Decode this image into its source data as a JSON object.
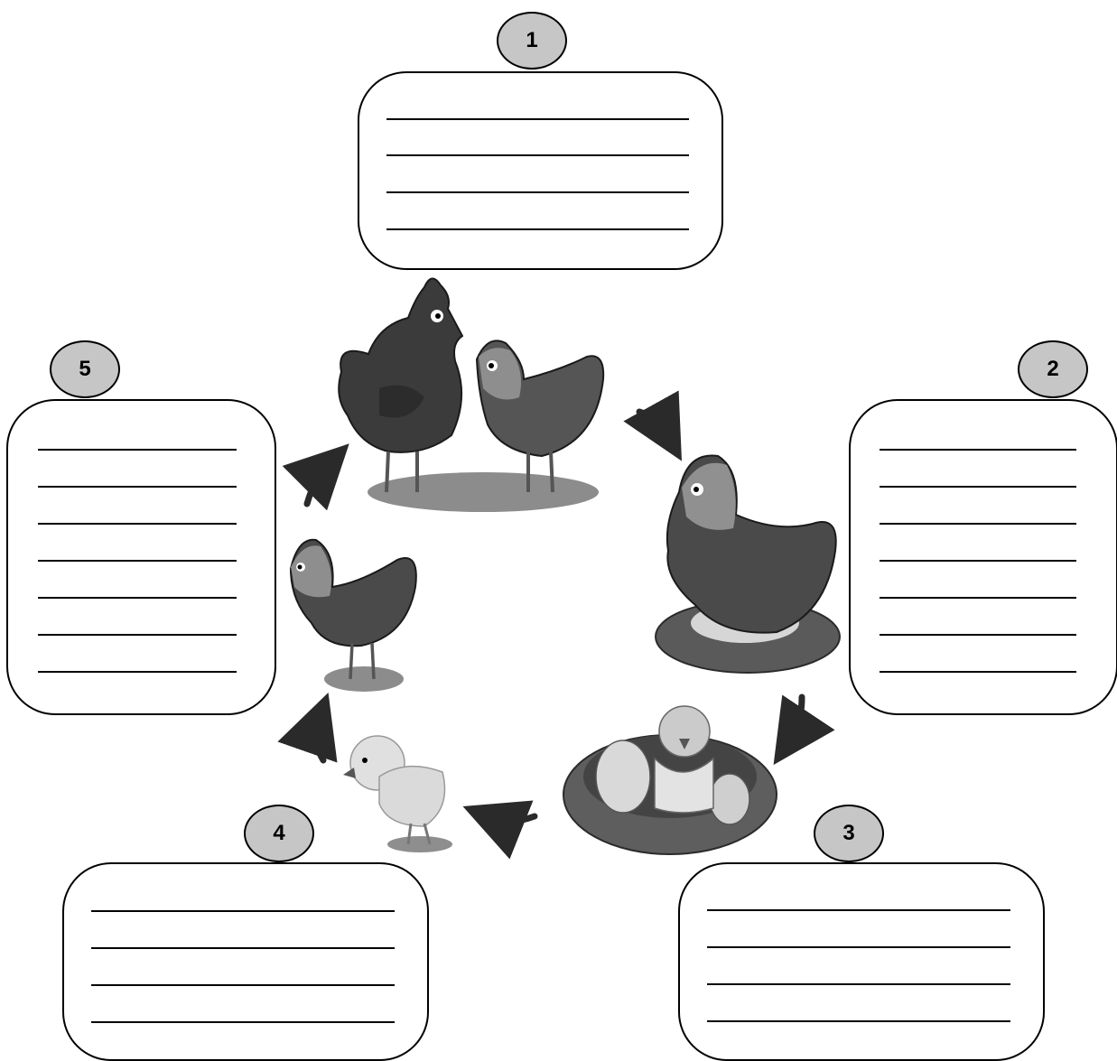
{
  "stages": [
    {
      "number": "1",
      "lines": 4
    },
    {
      "number": "2",
      "lines": 7
    },
    {
      "number": "3",
      "lines": 4
    },
    {
      "number": "4",
      "lines": 4
    },
    {
      "number": "5",
      "lines": 7
    }
  ],
  "illustration": {
    "figures": [
      "rooster",
      "hen",
      "hen-on-nest",
      "chick-hatching-in-nest",
      "baby-chick",
      "young-hen"
    ],
    "arrows": 5,
    "style": "grayscale cartoon"
  }
}
